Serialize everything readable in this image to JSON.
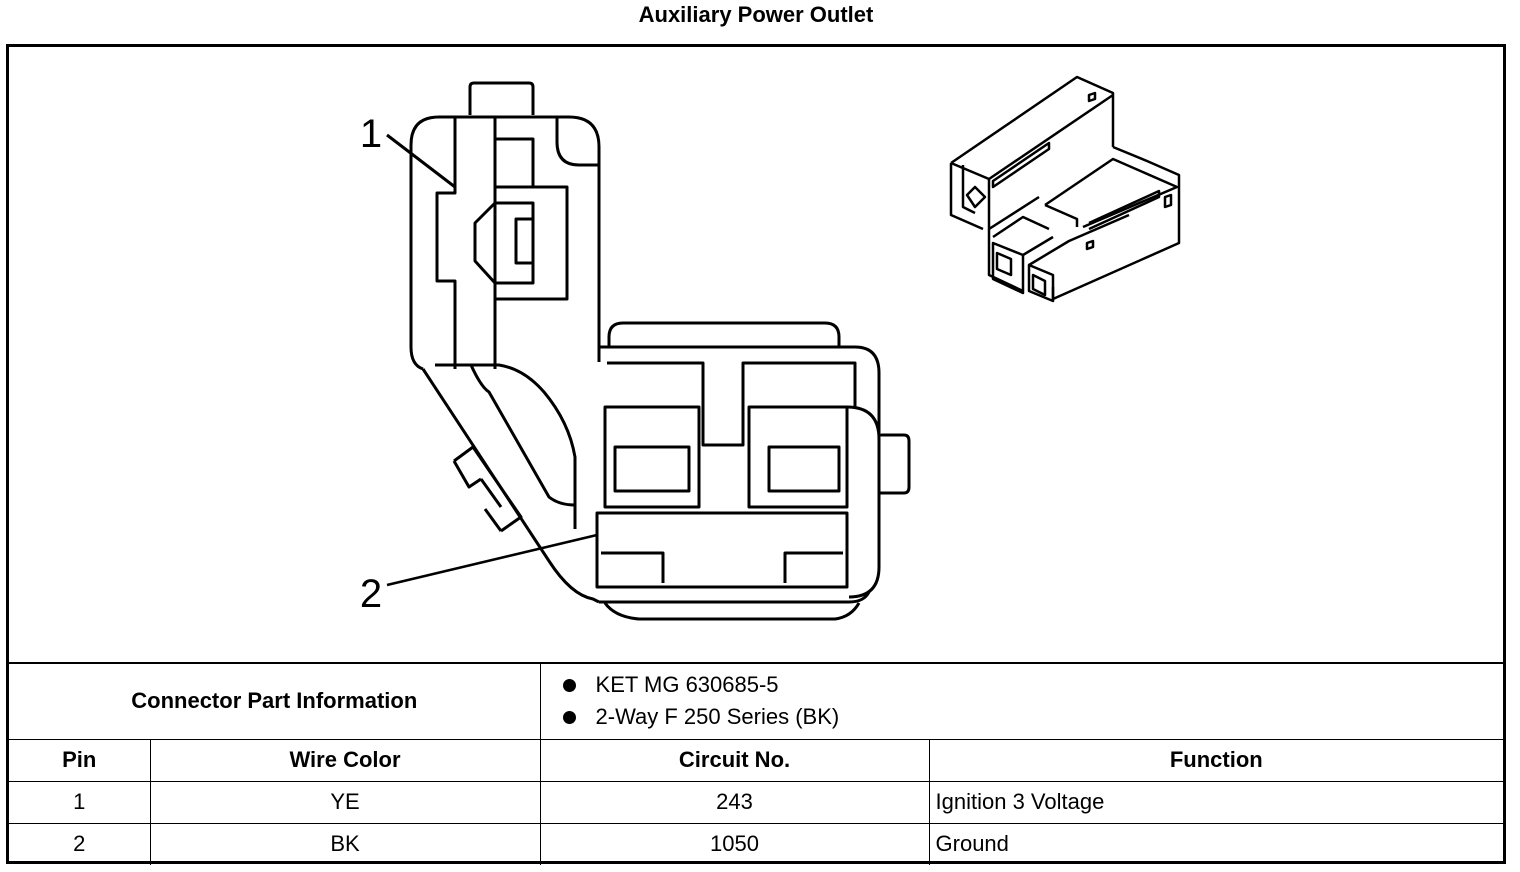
{
  "title": "Auxiliary Power Outlet",
  "callouts": [
    "1",
    "2"
  ],
  "connector_info": {
    "label": "Connector Part Information",
    "items": [
      "KET MG 630685-5",
      "2-Way F 250 Series (BK)"
    ]
  },
  "pin_table": {
    "headers": [
      "Pin",
      "Wire Color",
      "Circuit No.",
      "Function"
    ],
    "rows": [
      {
        "pin": "1",
        "wire_color": "YE",
        "circuit": "243",
        "function": "Ignition 3 Voltage"
      },
      {
        "pin": "2",
        "wire_color": "BK",
        "circuit": "1050",
        "function": "Ground"
      }
    ]
  }
}
